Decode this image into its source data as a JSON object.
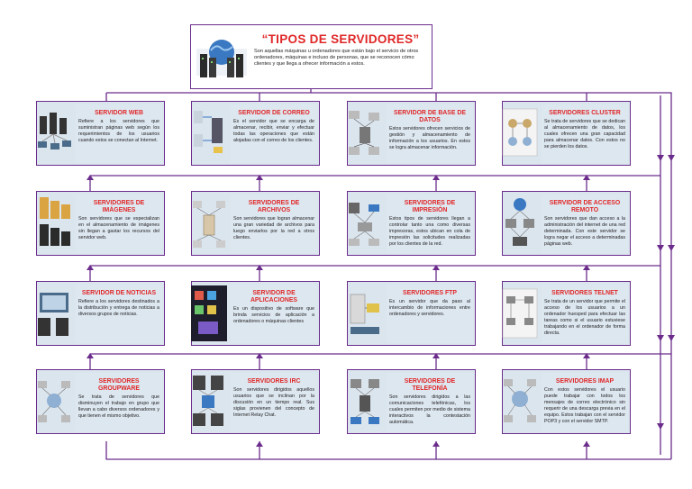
{
  "header": {
    "title": "“TIPOS DE SERVIDORES”",
    "description": "Son aquellas máquinas u ordenadores que están bajo el servicio de otros ordenadores, máquinas e incluso de personas, que se reconocen cómo clientes y que llega a ofrecer información a estos.",
    "image_icon": "globe-server-racks-icon"
  },
  "cards": [
    {
      "title": "SERVIDOR WEB",
      "description": "Refiere a los servidores que suministran páginas web según los requerimientos de los usuarios cuando estos se conectan al Internet.",
      "image_icon": "server-network-icon"
    },
    {
      "title": "SERVIDOR DE CORREO",
      "description": "Es el servidor que se encarga de almacenar, recibir, enviar y efectuar todas las operaciones que están alojadas con el correo de los clientes.",
      "image_icon": "mail-server-icon"
    },
    {
      "title": "SERVIDOR DE BASE DE DATOS",
      "description": "Estos servidores ofrecen servicios de gestión y almacenamiento de información a los usuarios. En estos se logra almacenar información.",
      "image_icon": "database-server-icon"
    },
    {
      "title": "SERVIDORES CLUSTER",
      "description": "Se trata de servidores que se dedican al almacenamiento de datos, los cuales ofrecen una gran capacidad para almacenar datos. Con estos no se pierden los datos.",
      "image_icon": "cluster-diagram-icon"
    },
    {
      "title": "SERVIDORES DE IMÁGENES",
      "description": "Son servidores que se especializan en el almacenamiento de imágenes sin llegan a gastar los recursos del servidor web.",
      "image_icon": "image-server-icon"
    },
    {
      "title": "SERVIDORES DE ARCHIVOS",
      "description": "Son servidores que logran almacenar una gran variedad de archivos para luego enviarlos por la red a otros clientes.",
      "image_icon": "file-server-icon"
    },
    {
      "title": "SERVIDORES DE IMPRESIÓN",
      "description": "Estos tipos de servidores llegan a controlar tanto una como diversas impresoras, estos ubican en cola de impresión las solicitudes realizadas por los clientes de la red.",
      "image_icon": "print-server-icon"
    },
    {
      "title": "SERVIDOR DE ACCESO REMOTO",
      "description": "Son servidores que dan acceso a la administración del internet de una red determinada. Con este servidor se logra negar el acceso a determinadas páginas web.",
      "image_icon": "remote-access-icon"
    },
    {
      "title": "SERVIDOR DE NOTICIAS",
      "description": "Refiere a los servidores destinados a la distribución y entrega de noticias a diversos grupos de noticias.",
      "image_icon": "news-server-icon"
    },
    {
      "title": "SERVIDOR DE APLICACIONES",
      "description": "Es un dispositivo de software que brinda servicios de aplicación a ordenadores o máquinas clientes",
      "image_icon": "application-server-icon"
    },
    {
      "title": "SERVIDORES FTP",
      "description": "Es un servidor que da paso al intercambio de informaciones entre ordenadores y servidores.",
      "image_icon": "ftp-server-icon"
    },
    {
      "title": "SERVIDORES TELNET",
      "description": "Se trata de un servidor que permite el acceso de los usuarios a un ordenador huesped para efectuar las tareas como si el usuario estuviese trabajando en el ordenador de forma directa.",
      "image_icon": "telnet-diagram-icon"
    },
    {
      "title": "SERVIDORES GROUPWARE",
      "description": "Se trata de servidores que disminuyen el trabajo en grupo que llevan a cabo diversos ordenadores y que tienen el mismo objetivo.",
      "image_icon": "groupware-icon"
    },
    {
      "title": "SERVIDORES IRC",
      "description": "Son servidores dirigidos aquellos usuarios que se inclinan por la discusión en un tiempo real. Sus siglas provienen del concepto de Internet Relay Chat.",
      "image_icon": "irc-server-icon"
    },
    {
      "title": "SERVIDORES DE TELEFONÍA",
      "description": "Son servidores dirigidos a las comunicaciones telefónicas, los cuales permiten por medio de sistema interactivos la contestación automática.",
      "image_icon": "telephony-server-icon"
    },
    {
      "title": "SERVIDORES IMAP",
      "description": "Con estos servidores el usuario puede trabajar con todos los mensajes de correo electrónico sin requerir de una descarga previa en el equipo. Estos trabajan con el servidor POP3 y con el servidor SMTP.",
      "image_icon": "imap-server-icon"
    }
  ],
  "colors": {
    "connector": "#6b2c8c",
    "title": "#e02727",
    "card_bg": "#dbe5ee",
    "text": "#222222"
  }
}
